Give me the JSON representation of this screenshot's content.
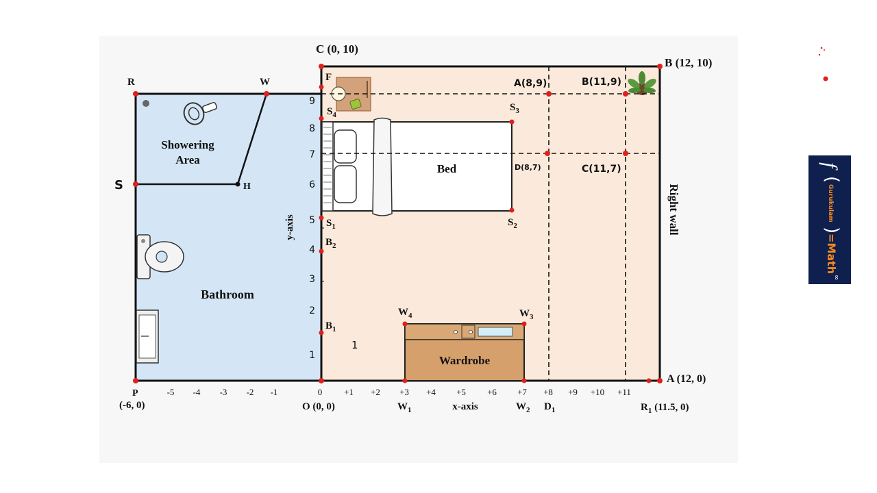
{
  "labels": {
    "c_point": "C (0, 10)",
    "b_corner": "B (12, 10)",
    "a_corner": "A (12, 0)",
    "p_point": "P",
    "p_coord": "(-6, 0)",
    "o_point": "O (0, 0)",
    "r_point": "R",
    "w_point": "W",
    "h_point": "H",
    "s_point": "S",
    "f_point": "F",
    "r1_point": "R",
    "r1_sub": "1",
    "r1_coord": " (11.5, 0)",
    "d1_point": "D",
    "d1_sub": "1",
    "w1_point": "W",
    "w1_sub": "1",
    "w2_point": "W",
    "w2_sub": "2",
    "w3_point": "W",
    "w3_sub": "3",
    "w4_point": "W",
    "w4_sub": "4",
    "s1_point": "S",
    "s1_sub": "1",
    "s2_point": "S",
    "s2_sub": "2",
    "s3_point": "S",
    "s3_sub": "3",
    "s4_point": "S",
    "s4_sub": "4",
    "b1_point": "B",
    "b1_sub": "1",
    "b2_point": "B",
    "b2_sub": "2",
    "pt_a89": "A(8,9)",
    "pt_b119": "B(11,9)",
    "pt_c117": "C(11,7)",
    "pt_d87": "D(8,7)",
    "stray_one": "1"
  },
  "rooms": {
    "showering_line1": "Showering",
    "showering_line2": "Area",
    "bathroom": "Bathroom",
    "bed": "Bed",
    "wardrobe": "Wardrobe",
    "right_wall": "Right wall"
  },
  "axes": {
    "x_label": "x-axis",
    "y_label": "y-axis",
    "x_ticks": [
      "-5",
      "-4",
      "-3",
      "-2",
      "-1",
      "0",
      "+1",
      "+2",
      "+3",
      "+4",
      "+5",
      "+6",
      "+7",
      "+8",
      "+9",
      "+10",
      "+11"
    ],
    "y_ticks": [
      "1",
      "2",
      "3",
      "4",
      "5",
      "6",
      "7",
      "8",
      "9"
    ]
  },
  "brand": {
    "f_symbol": "f",
    "word": "Gurukulam",
    "equals": "=Math",
    "sup": "∞"
  },
  "colors": {
    "bathroom_fill": "#d4e6f6",
    "bedroom_fill": "#fbeadb",
    "wardrobe_fill": "#d6a06d",
    "point": "#e0201c",
    "brand_bg": "#0f1f4e",
    "brand_accent": "#f08a1c"
  }
}
